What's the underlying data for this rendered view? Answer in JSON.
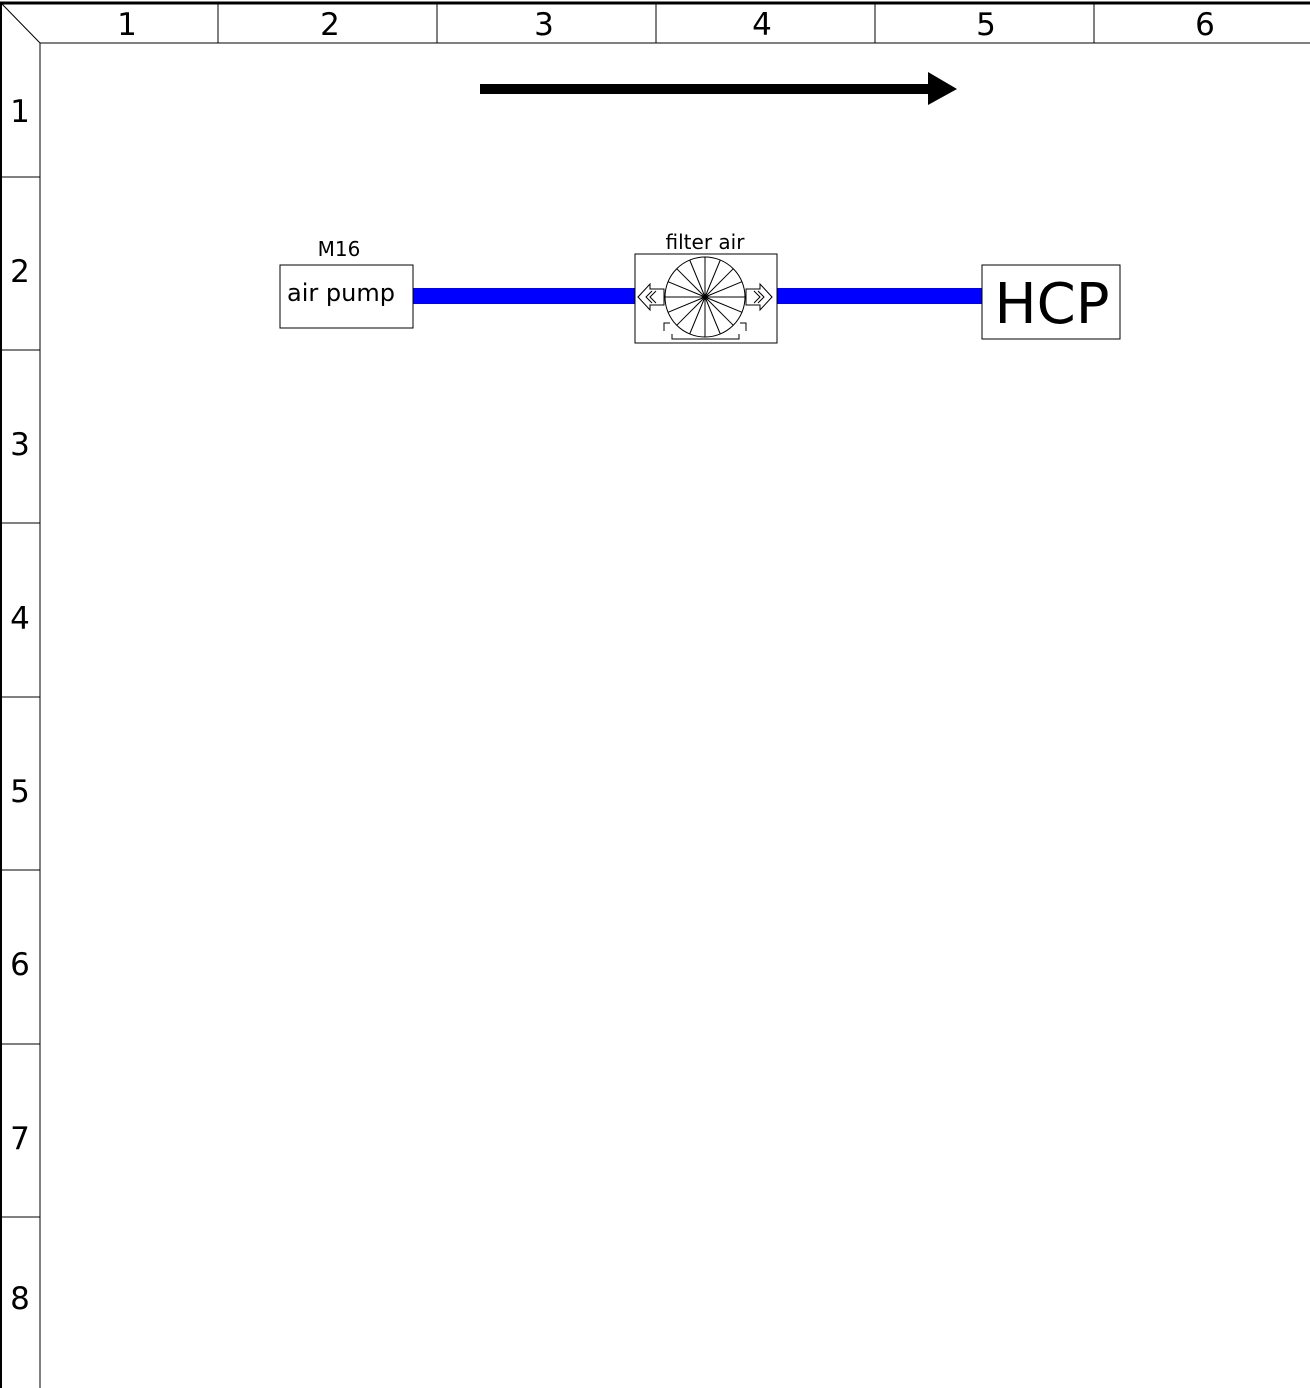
{
  "ruler": {
    "columns": [
      "1",
      "2",
      "3",
      "4",
      "5",
      "6"
    ],
    "rows": [
      "1",
      "2",
      "3",
      "4",
      "5",
      "6",
      "7",
      "8"
    ]
  },
  "components": {
    "air_pump": {
      "tag": "M16",
      "label": "air pump"
    },
    "filter": {
      "label": "filter air"
    },
    "hcp": {
      "label": "HCP"
    }
  },
  "colors": {
    "pipe": "#0000ff",
    "line": "#000000",
    "background": "#ffffff"
  },
  "icons": {
    "flow_direction": "right-arrow-icon",
    "filter": "air-filter-icon"
  }
}
